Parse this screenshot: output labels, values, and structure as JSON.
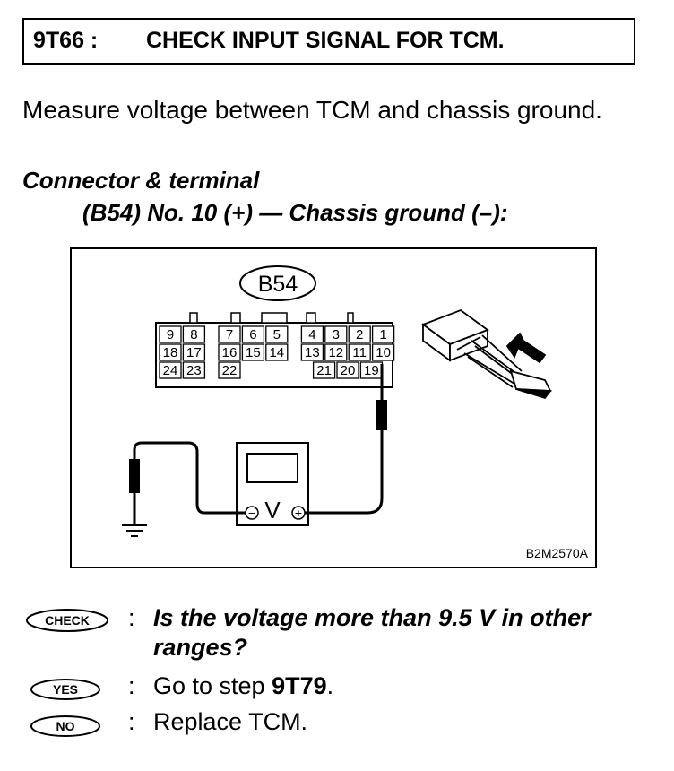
{
  "header": {
    "step": "9T66 :",
    "title": "CHECK INPUT SIGNAL FOR TCM."
  },
  "instruction": "Measure voltage between TCM and chassis ground.",
  "connector": {
    "heading": "Connector & terminal",
    "detail": "(B54) No. 10 (+) — Chassis ground (–):"
  },
  "diagram": {
    "connector_label": "B54",
    "figure_id": "B2M2570A",
    "meter_symbol": "V",
    "minus": "−",
    "plus": "+",
    "pins_row1": [
      "9",
      "8",
      "7",
      "6",
      "5",
      "4",
      "3",
      "2",
      "1"
    ],
    "pins_row2": [
      "18",
      "17",
      "16",
      "15",
      "14",
      "13",
      "12",
      "11",
      "10"
    ],
    "pins_row3": [
      "24",
      "23",
      "22",
      "21",
      "20",
      "19"
    ]
  },
  "check": {
    "badge": "CHECK",
    "question": "Is the voltage more than 9.5 V in other ranges?"
  },
  "yes": {
    "badge": "YES",
    "text": "Go to step ",
    "target": "9T79",
    "end": "."
  },
  "no": {
    "badge": "NO",
    "text": "Replace TCM."
  },
  "separator": ":"
}
